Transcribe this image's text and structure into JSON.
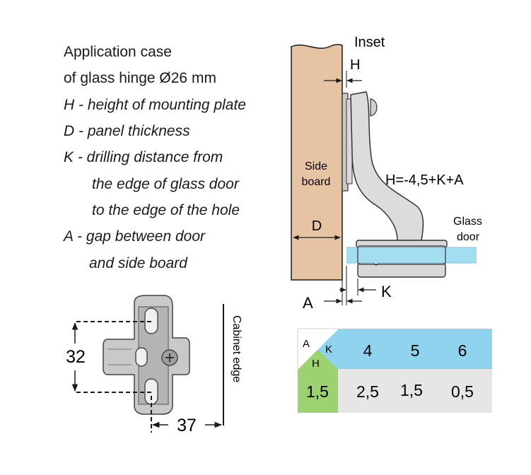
{
  "legend": {
    "line1": "Application case",
    "line2": "of glass hinge Ø26 mm",
    "h_def": "H - height of mounting plate",
    "d_def": "D - panel thickness",
    "k_def1": "K - drilling distance from",
    "k_def2": "the edge of glass door",
    "k_def3": "to the edge of the hole",
    "a_def1": "A - gap between door",
    "a_def2": "and side board"
  },
  "diagram": {
    "inset_label": "Inset",
    "h_label": "H",
    "side_board_line1": "Side",
    "side_board_line2": "board",
    "d_label": "D",
    "formula": "H=-4,5+K+A",
    "glass_door_line1": "Glass",
    "glass_door_line2": "door",
    "a_label": "A",
    "k_label": "K",
    "colors": {
      "board": "#e6c3a3",
      "glass": "#a4dcf0",
      "hinge": "#dcdcdc"
    }
  },
  "plate": {
    "dim_height": "32",
    "dim_width": "37",
    "cabinet_edge_label": "Cabinet edge"
  },
  "table": {
    "corner": {
      "a": "A",
      "k": "K",
      "h": "H"
    },
    "k_values": [
      "4",
      "5",
      "6"
    ],
    "rows": [
      {
        "a": "1,5",
        "h_values": [
          "2,5",
          "1,5",
          "0,5"
        ]
      }
    ],
    "colors": {
      "header": "#8fd3ee",
      "row_header": "#9cd26f",
      "cell": "#e6e6e6"
    }
  }
}
